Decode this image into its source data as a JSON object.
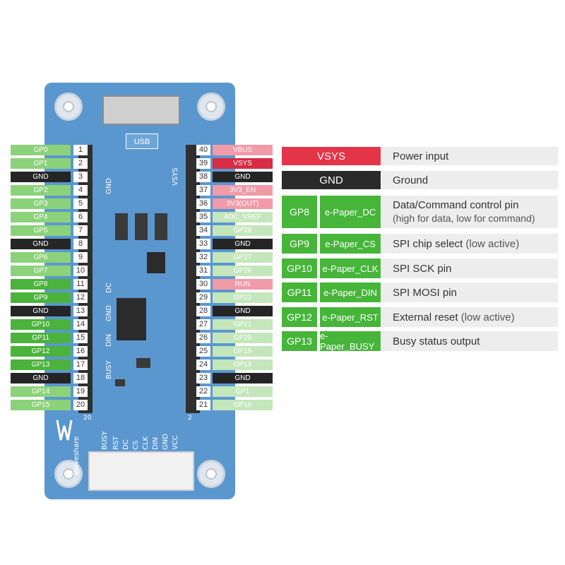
{
  "colors": {
    "board": "#5b97cf",
    "gp_light": "#8bd27a",
    "gp_pale": "#c4e6bb",
    "gp_strong": "#4bb33b",
    "gnd": "#252525",
    "power_light": "#f19aa8",
    "power_dark": "#d92b45",
    "table_green": "#46b53a",
    "table_red": "#e33547",
    "table_gnd": "#2a2a2a",
    "desc_bg": "#ededed"
  },
  "board": {
    "usb_label": "USB",
    "brand": "Waveshare",
    "silk": {
      "gnd_left": "GND",
      "gnd_mid": "GND",
      "dc": "DC",
      "din": "DIN",
      "busy": "BUSY",
      "vsys_top": "VSYS",
      "pin20": "20",
      "pin2": "2"
    },
    "connector_labels": [
      "BUSY",
      "RST",
      "DC",
      "CS",
      "CLK",
      "DIN",
      "GND",
      "VCC"
    ]
  },
  "left_pins": [
    {
      "num": "1",
      "label": "GP0",
      "kind": "gp_light"
    },
    {
      "num": "2",
      "label": "GP1",
      "kind": "gp_light"
    },
    {
      "num": "3",
      "label": "GND",
      "kind": "gnd"
    },
    {
      "num": "4",
      "label": "GP2",
      "kind": "gp_light"
    },
    {
      "num": "5",
      "label": "GP3",
      "kind": "gp_light"
    },
    {
      "num": "6",
      "label": "GP4",
      "kind": "gp_light"
    },
    {
      "num": "7",
      "label": "GP5",
      "kind": "gp_light"
    },
    {
      "num": "8",
      "label": "GND",
      "kind": "gnd"
    },
    {
      "num": "9",
      "label": "GP6",
      "kind": "gp_light"
    },
    {
      "num": "10",
      "label": "GP7",
      "kind": "gp_light"
    },
    {
      "num": "11",
      "label": "GP8",
      "kind": "gp_strong"
    },
    {
      "num": "12",
      "label": "GP9",
      "kind": "gp_strong"
    },
    {
      "num": "13",
      "label": "GND",
      "kind": "gnd"
    },
    {
      "num": "14",
      "label": "GP10",
      "kind": "gp_strong"
    },
    {
      "num": "15",
      "label": "GP11",
      "kind": "gp_strong"
    },
    {
      "num": "16",
      "label": "GP12",
      "kind": "gp_strong"
    },
    {
      "num": "17",
      "label": "GP13",
      "kind": "gp_strong"
    },
    {
      "num": "18",
      "label": "GND",
      "kind": "gnd"
    },
    {
      "num": "19",
      "label": "GP14",
      "kind": "gp_light"
    },
    {
      "num": "20",
      "label": "GP15",
      "kind": "gp_light"
    }
  ],
  "right_pins": [
    {
      "num": "40",
      "label": "VBUS",
      "kind": "power_light"
    },
    {
      "num": "39",
      "label": "VSYS",
      "kind": "power_dark"
    },
    {
      "num": "38",
      "label": "GND",
      "kind": "gnd"
    },
    {
      "num": "37",
      "label": "3V3_EN",
      "kind": "power_light"
    },
    {
      "num": "36",
      "label": "3V3(OUT)",
      "kind": "power_light"
    },
    {
      "num": "35",
      "label": "ADC_VREF",
      "kind": "gp_pale"
    },
    {
      "num": "34",
      "label": "GP28",
      "kind": "gp_pale"
    },
    {
      "num": "33",
      "label": "GND",
      "kind": "gnd"
    },
    {
      "num": "32",
      "label": "GP27",
      "kind": "gp_pale"
    },
    {
      "num": "31",
      "label": "GP26",
      "kind": "gp_pale"
    },
    {
      "num": "30",
      "label": "RUN",
      "kind": "power_light"
    },
    {
      "num": "29",
      "label": "GP22",
      "kind": "gp_pale"
    },
    {
      "num": "28",
      "label": "GND",
      "kind": "gnd"
    },
    {
      "num": "27",
      "label": "GP21",
      "kind": "gp_pale"
    },
    {
      "num": "26",
      "label": "GP20",
      "kind": "gp_pale"
    },
    {
      "num": "25",
      "label": "GP19",
      "kind": "gp_pale"
    },
    {
      "num": "24",
      "label": "GP18",
      "kind": "gp_pale"
    },
    {
      "num": "23",
      "label": "GND",
      "kind": "gnd"
    },
    {
      "num": "22",
      "label": "GP1",
      "kind": "gp_pale"
    },
    {
      "num": "21",
      "label": "GP16",
      "kind": "gp_pale"
    }
  ],
  "pin_table": [
    {
      "pin": "VSYS",
      "name": "",
      "kind": "power",
      "desc": "Power input",
      "sub": ""
    },
    {
      "pin": "GND",
      "name": "",
      "kind": "ground",
      "desc": "Ground",
      "sub": ""
    },
    {
      "pin": "GP8",
      "name": "e-Paper_DC",
      "kind": "signal",
      "desc": "Data/Command control pin",
      "sub": "(high for data, low for command)"
    },
    {
      "pin": "GP9",
      "name": "e-Paper_CS",
      "kind": "signal",
      "desc": "SPI chip select",
      "sub": "(low active)"
    },
    {
      "pin": "GP10",
      "name": "e-Paper_CLK",
      "kind": "signal",
      "desc": "SPI  SCK pin",
      "sub": ""
    },
    {
      "pin": "GP11",
      "name": "e-Paper_DIN",
      "kind": "signal",
      "desc": "SPI MOSI pin",
      "sub": ""
    },
    {
      "pin": "GP12",
      "name": "e-Paper_RST",
      "kind": "signal",
      "desc": "External reset",
      "sub": "(low active)"
    },
    {
      "pin": "GP13",
      "name": "e-Paper_BUSY",
      "kind": "signal",
      "desc": "Busy status output",
      "sub": ""
    }
  ]
}
